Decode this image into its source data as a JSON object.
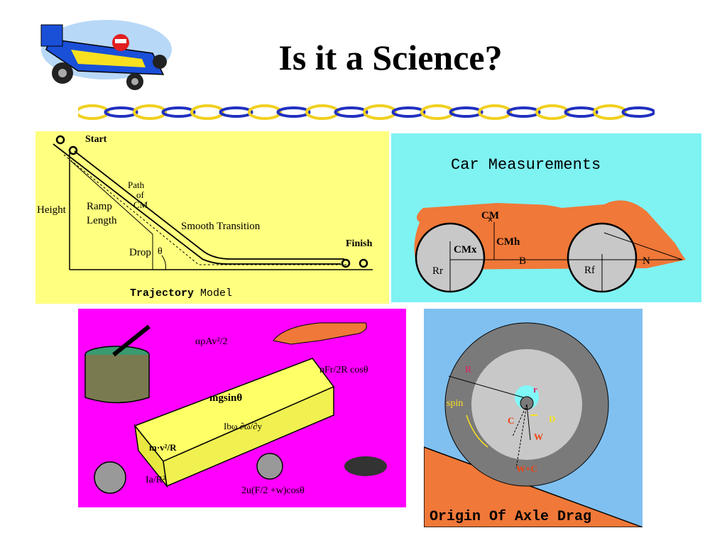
{
  "slide": {
    "title": "Is it a Science?"
  },
  "trajectory": {
    "start": "Start",
    "path": "Path",
    "of": "of",
    "cm": "CM",
    "height": "Height",
    "ramp": "Ramp",
    "length": "Length",
    "smooth": "Smooth Transition",
    "drop": "Drop",
    "theta": "θ",
    "finish": "Finish",
    "caption_bold": "Trajectory",
    "caption_rest": " Model"
  },
  "car": {
    "title": "Car Measurements",
    "cm_top": "CM",
    "cm_h": "CMh",
    "cm_x": "CMx",
    "b": "B",
    "n": "N",
    "r_r": "Rr",
    "r_f": "Rf"
  },
  "forces": {
    "f_air": "αρAv²/2",
    "f_wheel": "nFr/2R cosθ",
    "f_gravity": "mgsinθ",
    "f_rot": "Ibω ∂ω/∂y",
    "f_curve": "m·v²/R",
    "f_inertia": "Ia/R²",
    "f_friction": "2u(F/2 +w)cosθ"
  },
  "axle": {
    "r_big": "R",
    "r_small": "r",
    "spin": "spin",
    "c": "C",
    "d": "D",
    "w": "W",
    "wc": "W+C",
    "caption": "Origin Of Axle Drag"
  },
  "colors": {
    "yellow_panel": "#ffff80",
    "cyan_panel": "#7ff2f2",
    "magenta_panel": "#ff00ff",
    "blue_panel": "#80c0f0",
    "car_body": "#f07838"
  }
}
